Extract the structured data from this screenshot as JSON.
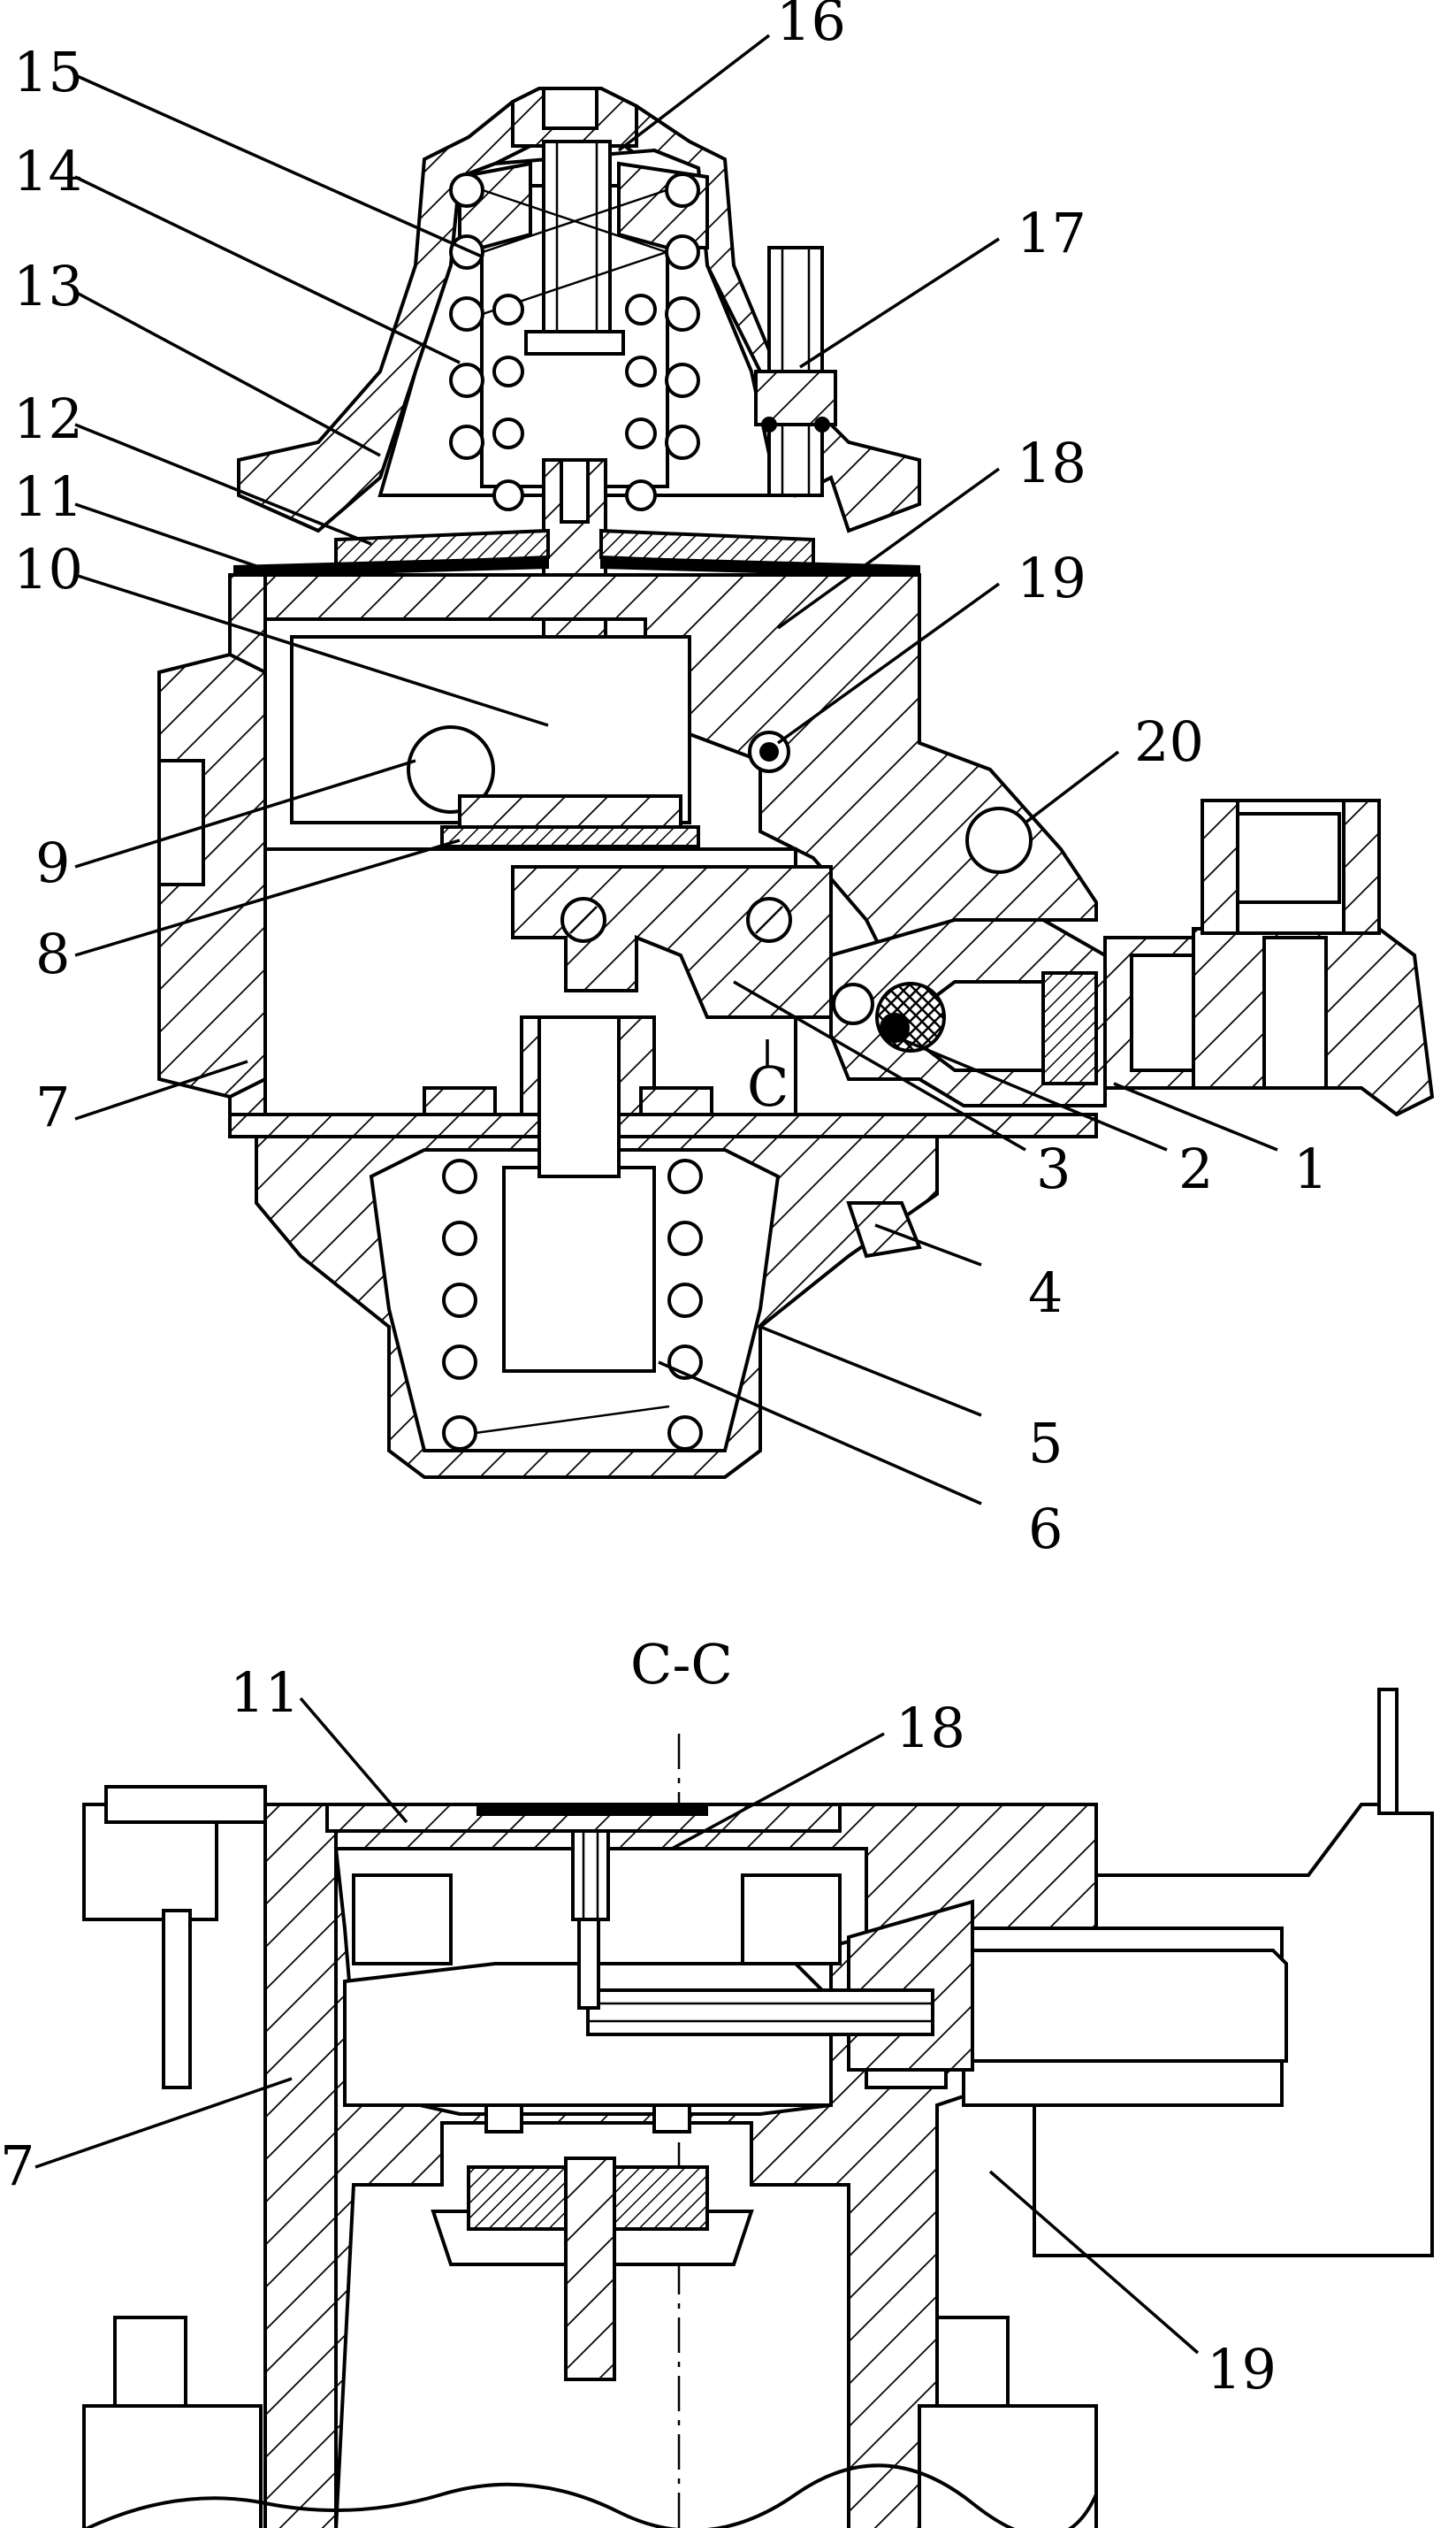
{
  "figure": {
    "section_label": "C-C",
    "section_mark": "C",
    "top_view_labels": [
      "1",
      "2",
      "3",
      "4",
      "5",
      "6",
      "7",
      "8",
      "9",
      "10",
      "11",
      "12",
      "13",
      "14",
      "15",
      "16",
      "17",
      "18",
      "19",
      "20"
    ],
    "bottom_view_labels": [
      "7",
      "11",
      "18",
      "19"
    ]
  }
}
